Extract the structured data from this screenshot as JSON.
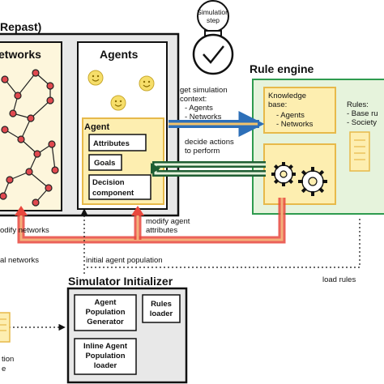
{
  "simulator": {
    "title": "Repast)",
    "networks_label": "etworks"
  },
  "agents": {
    "title": "Agents",
    "agent_label": "Agent",
    "components": [
      "Attributes",
      "Goals",
      "Decision",
      "component"
    ]
  },
  "clock": {
    "label_line1": "Simulation",
    "label_line2": "step"
  },
  "rule_engine": {
    "title": "Rule engine",
    "kb_line1": "Knowledge",
    "kb_line2": "base:",
    "kb_item1": "- Agents",
    "kb_item2": "- Networks",
    "rules_title": "Rules:",
    "rules_item1": "- Base ru",
    "rules_item2": "- Society"
  },
  "arrows": {
    "get_context": [
      "get simulation",
      "context:",
      "- Agents",
      "- Networks"
    ],
    "decide_actions": [
      "decide actions",
      "to perform"
    ],
    "modify_networks": "odify networks",
    "modify_agent": [
      "modify agent",
      "attributes"
    ],
    "initial_networks": "al networks",
    "initial_population": "initial agent population",
    "load_rules": "load rules"
  },
  "initializer": {
    "title": "Simulator Initializer",
    "agent_gen": [
      "Agent",
      "Population",
      "Generator"
    ],
    "rules_loader": [
      "Rules",
      "loader"
    ],
    "inline_loader": [
      "Inline Agent",
      "Population",
      "loader"
    ]
  },
  "bottom_left": {
    "line1": "tion",
    "line2": "e"
  },
  "colors": {
    "yellow_fill": "#fdf0b4",
    "yellow_stroke": "#e7b94a",
    "green_fill": "#e6f3dc",
    "green_stroke": "#2e9b4f",
    "blue_arrow": "#3d8ed6",
    "red_arrow": "#e8473d",
    "node_red": "#e0494f"
  }
}
